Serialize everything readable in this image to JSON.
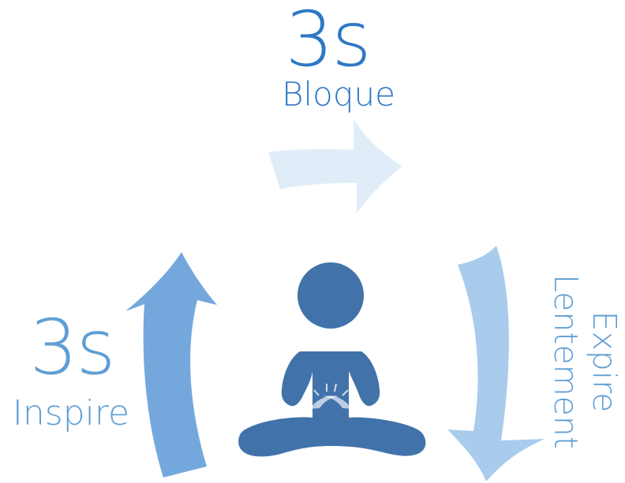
{
  "diagram": {
    "top_duration": "3s",
    "top_label": "Bloque",
    "left_duration": "3s",
    "left_label": "Inspire",
    "right_line_1": "Expire",
    "right_line_2": "Lentement"
  },
  "colors": {
    "dark_blue": "#4173aa",
    "mid_blue": "#74a8dd",
    "light_blue": "#a9cced",
    "pale_blue": "#e0edf9",
    "text_blue_dark": "#2f78c5",
    "text_blue_mid": "#5f9ed5"
  },
  "icons": {
    "center_figure": "seated-meditation-person-icon"
  }
}
